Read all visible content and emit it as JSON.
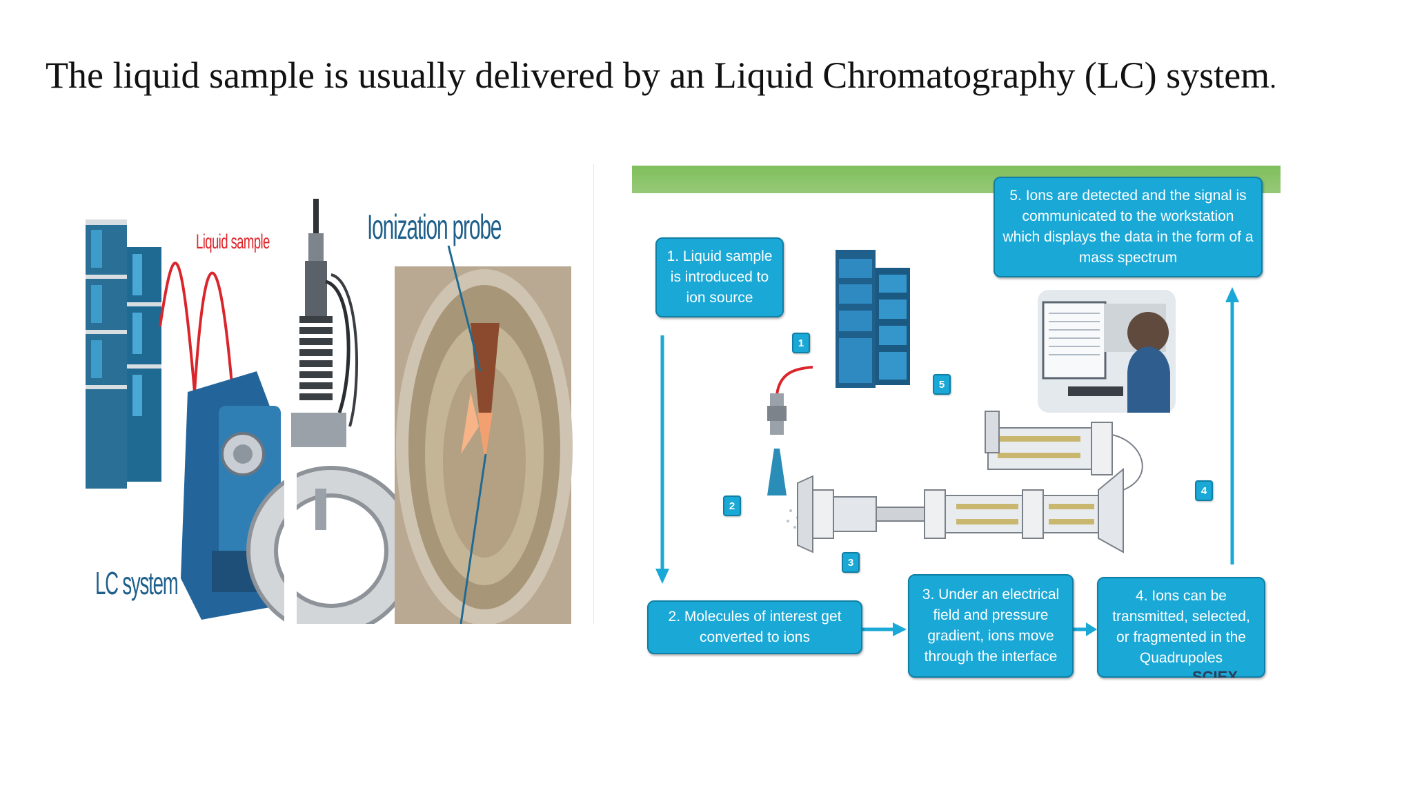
{
  "slide": {
    "title": "The liquid sample is usually delivered by an Liquid Chromatography (LC) system",
    "title_end": "."
  },
  "left_figure": {
    "label_liquid_sample": "Liquid sample",
    "label_ionization_probe": "Ionization probe",
    "label_lc_system": "LC system"
  },
  "right_figure": {
    "steps": [
      {
        "badge": "1",
        "text": "1.  Liquid sample is introduced to ion source"
      },
      {
        "badge": "2",
        "text": "2.  Molecules of interest get converted to ions"
      },
      {
        "badge": "3",
        "text": "3.  Under an electrical field and pressure gradient, ions move through the interface"
      },
      {
        "badge": "4",
        "text": "4.  Ions can be transmitted, selected, or fragmented in the Quadrupoles"
      },
      {
        "badge": "5",
        "text": "5.  Ions are detected and the signal is communicated to the workstation which displays the data in the form of a mass spectrum"
      }
    ],
    "footer_logo": "SCIEX"
  },
  "colors": {
    "step_box": "#1aa8d6",
    "step_border": "#0f7fa6",
    "arrow": "#1aa8d6",
    "header_bar": "#8cc46b",
    "liquid_sample_label": "#e0242a",
    "probe_label": "#1f5f8b"
  }
}
